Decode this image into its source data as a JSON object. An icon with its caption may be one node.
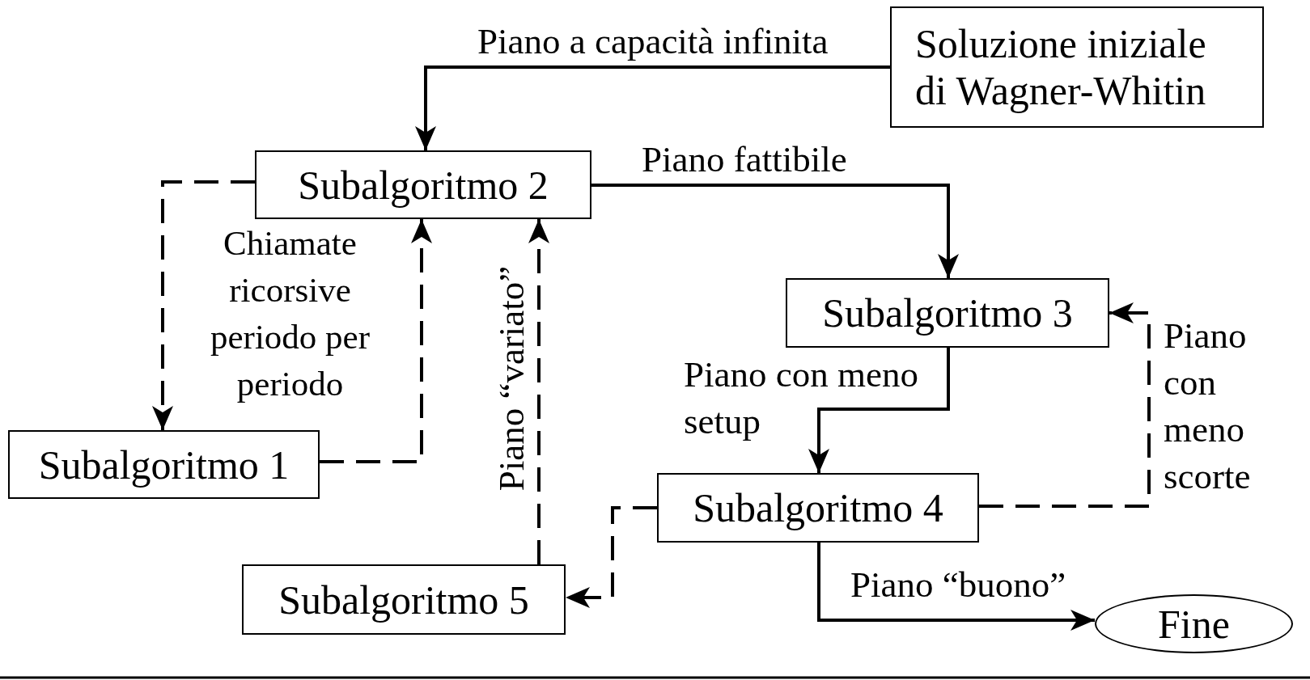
{
  "diagram": {
    "nodes": [
      {
        "text": [
          "Soluzione iniziale di Wagner-Whitin"
        ]
      },
      {
        "text": [
          "Subalgoritmo 2"
        ]
      },
      {
        "text": [
          "Subalgoritmo 1"
        ]
      },
      {
        "text": [
          "Subalgoritmo 3"
        ]
      },
      {
        "text": [
          "Subalgoritmo 4"
        ]
      },
      {
        "text": [
          "Subalgoritmo 5"
        ]
      },
      {
        "text": [
          "Fine"
        ]
      }
    ],
    "edges": [
      {
        "from": 0,
        "to": 1,
        "arrow": "to",
        "label": "Piano a capacità infinita"
      },
      {
        "from": 1,
        "to": 3,
        "arrow": "to",
        "label": "Piano fattibile"
      },
      {
        "from": 1,
        "to": 2,
        "arrow": "to",
        "style": "dashed"
      },
      {
        "from": 2,
        "to": 1,
        "arrow": "to",
        "style": "dashed"
      },
      {
        "from": 3,
        "to": 4,
        "arrow": "to",
        "label": "Piano con meno setup"
      },
      {
        "from": 4,
        "to": 3,
        "arrow": "to",
        "style": "dashed",
        "label": "Piano con meno scorte"
      },
      {
        "from": 4,
        "to": 5,
        "arrow": "to",
        "style": "dashed"
      },
      {
        "from": 5,
        "to": 1,
        "arrow": "to",
        "style": "dashed",
        "label": "Piano “variato”"
      },
      {
        "from": 4,
        "to": 6,
        "arrow": "to",
        "label": "Piano “buono”"
      }
    ],
    "labels": [
      "Chiamate ricorsive periodo per periodo"
    ]
  }
}
